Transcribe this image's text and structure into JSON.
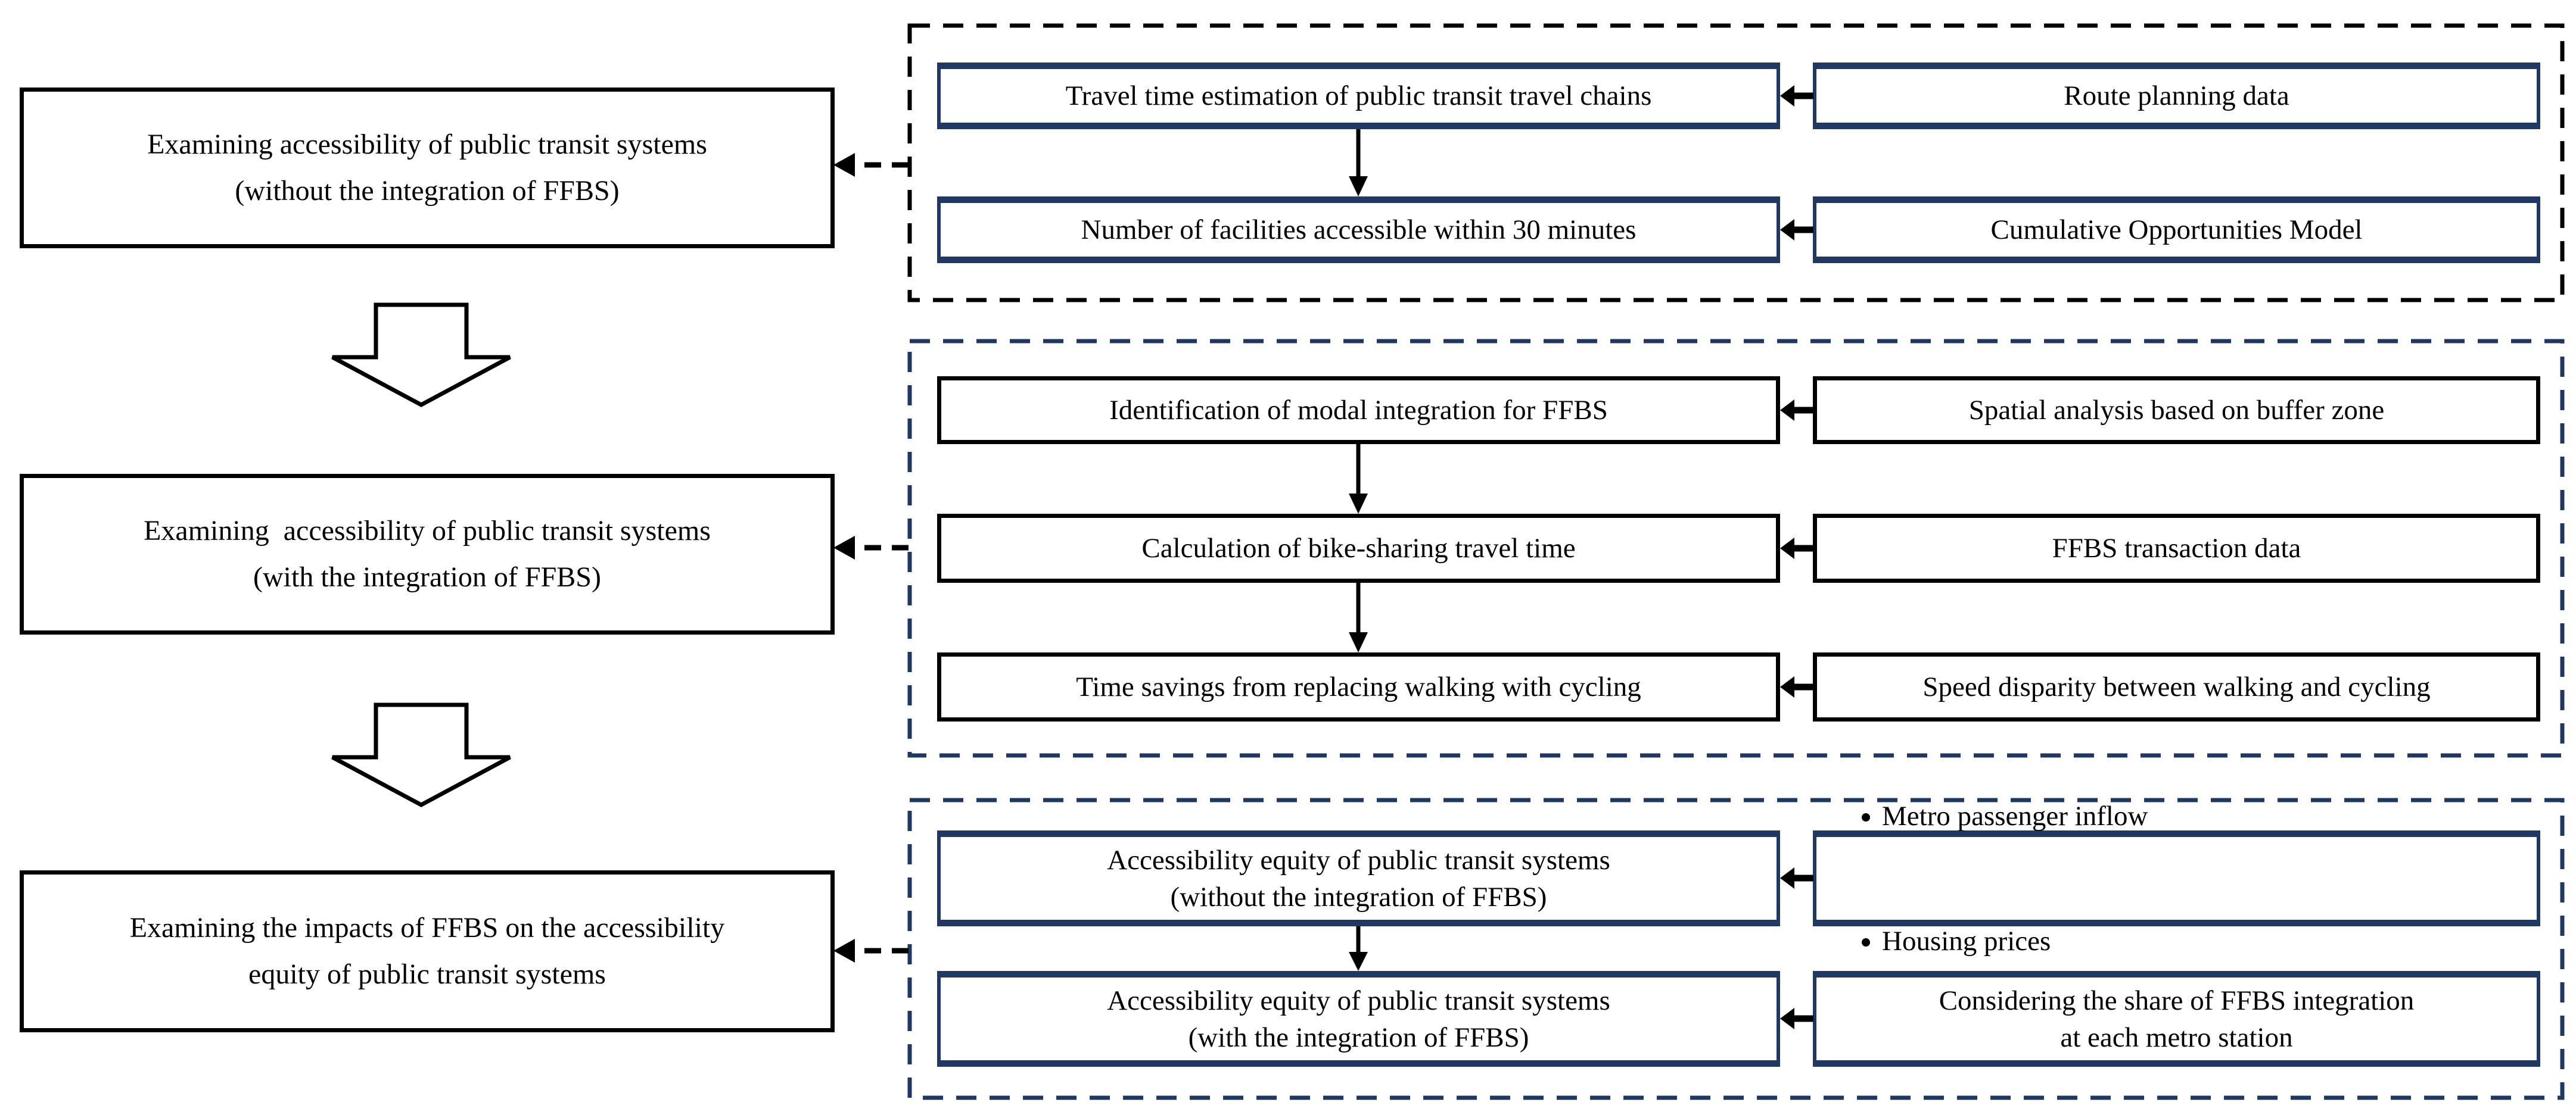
{
  "colors": {
    "navy": "#1F3864",
    "black": "#000000",
    "background": "#ffffff"
  },
  "left_column": {
    "steps": [
      {
        "text": "Examining accessibility of public transit systems\n(without the integration of FFBS)"
      },
      {
        "text": "Examining  accessibility of public transit systems\n(with the integration of FFBS)"
      },
      {
        "text": "Examining the impacts of FFBS on the accessibility\nequity of public transit systems"
      }
    ]
  },
  "panels": [
    {
      "rows": [
        {
          "process": "Travel time estimation of public transit travel chains",
          "input": "Route planning data"
        },
        {
          "process": "Number of facilities accessible within 30 minutes",
          "input": "Cumulative Opportunities Model"
        }
      ]
    },
    {
      "rows": [
        {
          "process": "Identification of modal integration for FFBS",
          "input": "Spatial analysis based on buffer zone"
        },
        {
          "process": "Calculation of bike-sharing travel time",
          "input": "FFBS transaction data"
        },
        {
          "process": "Time savings from replacing walking with cycling",
          "input": "Speed disparity between walking and cycling"
        }
      ]
    },
    {
      "rows": [
        {
          "process": "Accessibility equity of public transit systems\n(without the integration of FFBS)",
          "input_bullets": [
            "Metro passenger inflow",
            "Housing prices"
          ]
        },
        {
          "process": "Accessibility equity of public transit systems\n(with the integration of FFBS)",
          "input": "Considering the share of FFBS integration\nat each metro station"
        }
      ]
    }
  ]
}
